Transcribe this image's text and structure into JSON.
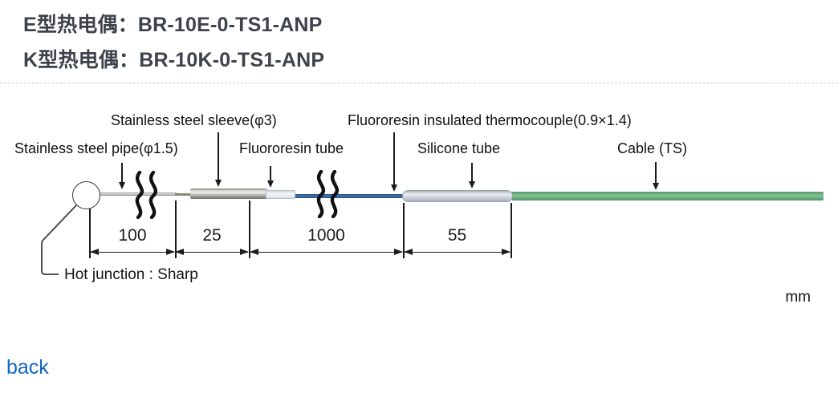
{
  "header": {
    "line1": "E型热电偶：BR-10E-0-TS1-ANP",
    "line2": "K型热电偶：BR-10K-0-TS1-ANP"
  },
  "diagram": {
    "labels": {
      "sleeve": "Stainless steel sleeve(φ3)",
      "thermocouple": "Fluororesin insulated thermocouple(0.9×1.4)",
      "pipe": "Stainless steel pipe(φ1.5)",
      "fluororesin_tube": "Fluororesin tube",
      "silicone_tube": "Silicone tube",
      "cable": "Cable (TS)"
    },
    "dimensions_mm": {
      "pipe": "100",
      "sleeve": "25",
      "thermocouple": "1000",
      "silicone_tube": "55"
    },
    "hot_junction": "Hot junction : Sharp",
    "unit": "mm",
    "colors": {
      "thermocouple_blue": "#3a6ca3",
      "cable_green": "#57a46f",
      "silicone_gray": "#ccd2dd",
      "sleeve_metal": "#b9b9b3",
      "link_blue": "#1266c4",
      "header_text": "#3d424b"
    }
  },
  "footer": {
    "back": "back"
  }
}
